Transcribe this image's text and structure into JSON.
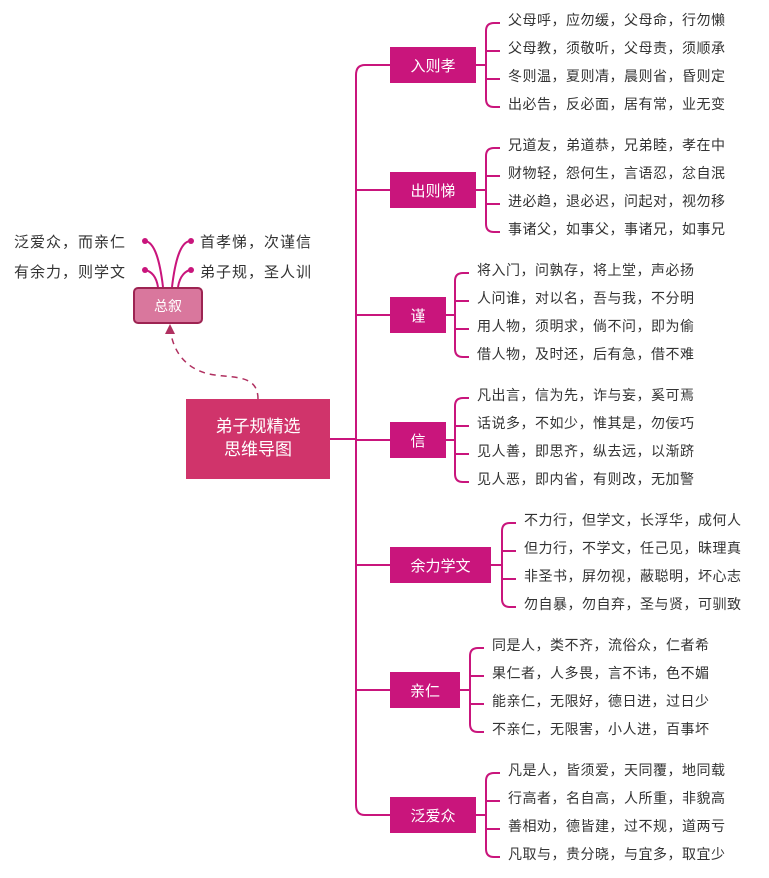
{
  "root": {
    "line1": "弟子规精选",
    "line2": "思维导图"
  },
  "summary": {
    "label": "总叙",
    "left": [
      "泛爱众，而亲仁",
      "有余力，则学文"
    ],
    "right": [
      "首孝悌，次谨信",
      "弟子规，圣人训"
    ]
  },
  "branches": [
    {
      "label": "入则孝",
      "leaves": [
        "父母呼，应勿缓，父母命，行勿懒",
        "父母教，须敬听，父母责，须顺承",
        "冬则温，夏则凊，晨则省，昏则定",
        "出必告，反必面，居有常，业无变"
      ]
    },
    {
      "label": "出则悌",
      "leaves": [
        "兄道友，弟道恭，兄弟睦，孝在中",
        "财物轻，怨何生，言语忍，忿自泯",
        "进必趋，退必迟，问起对，视勿移",
        "事诸父，如事父，事诸兄，如事兄"
      ]
    },
    {
      "label": "谨",
      "leaves": [
        "将入门，问孰存，将上堂，声必扬",
        "人问谁，对以名，吾与我，不分明",
        "用人物，须明求，倘不问，即为偷",
        "借人物，及时还，后有急，借不难"
      ]
    },
    {
      "label": "信",
      "leaves": [
        "凡出言，信为先，诈与妄，奚可焉",
        "话说多，不如少，惟其是，勿佞巧",
        "见人善，即思齐，纵去远，以渐跻",
        "见人恶，即内省，有则改，无加警"
      ]
    },
    {
      "label": "余力学文",
      "leaves": [
        "不力行，但学文，长浮华，成何人",
        "但力行，不学文，任己见，昧理真",
        "非圣书，屏勿视，蔽聪明，坏心志",
        "勿自暴，勿自弃，圣与贤，可驯致"
      ]
    },
    {
      "label": "亲仁",
      "leaves": [
        "同是人，类不齐，流俗众，仁者希",
        "果仁者，人多畏，言不讳，色不媚",
        "能亲仁，无限好，德日进，过日少",
        "不亲仁，无限害，小人进，百事坏"
      ]
    },
    {
      "label": "泛爱众",
      "leaves": [
        "凡是人，皆须爱，天同覆，地同载",
        "行高者，名自高，人所重，非貌高",
        "善相劝，德皆建，过不规，道两亏",
        "凡取与，贵分晓，与宜多，取宜少"
      ]
    }
  ],
  "colors": {
    "root": "#d0346b",
    "branch": "#c9157c",
    "summary": "#d9779d",
    "line": "#c9157c"
  }
}
